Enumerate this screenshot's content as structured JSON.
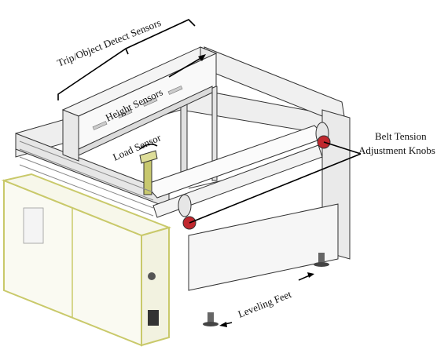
{
  "labels": {
    "trip_sensors": "Trip/Object Detect Sensors",
    "height_sensors": "Height Sensors",
    "load_sensor": "Load Sensor",
    "belt_tension_line1": "Belt Tension",
    "belt_tension_line2": "Adjustment Knobs",
    "leveling_feet": "Leveling Feet"
  },
  "colors": {
    "cabinet_outline": "#c9c96a",
    "frame_fill": "#f2f2f2",
    "knob": "#c0272d"
  }
}
